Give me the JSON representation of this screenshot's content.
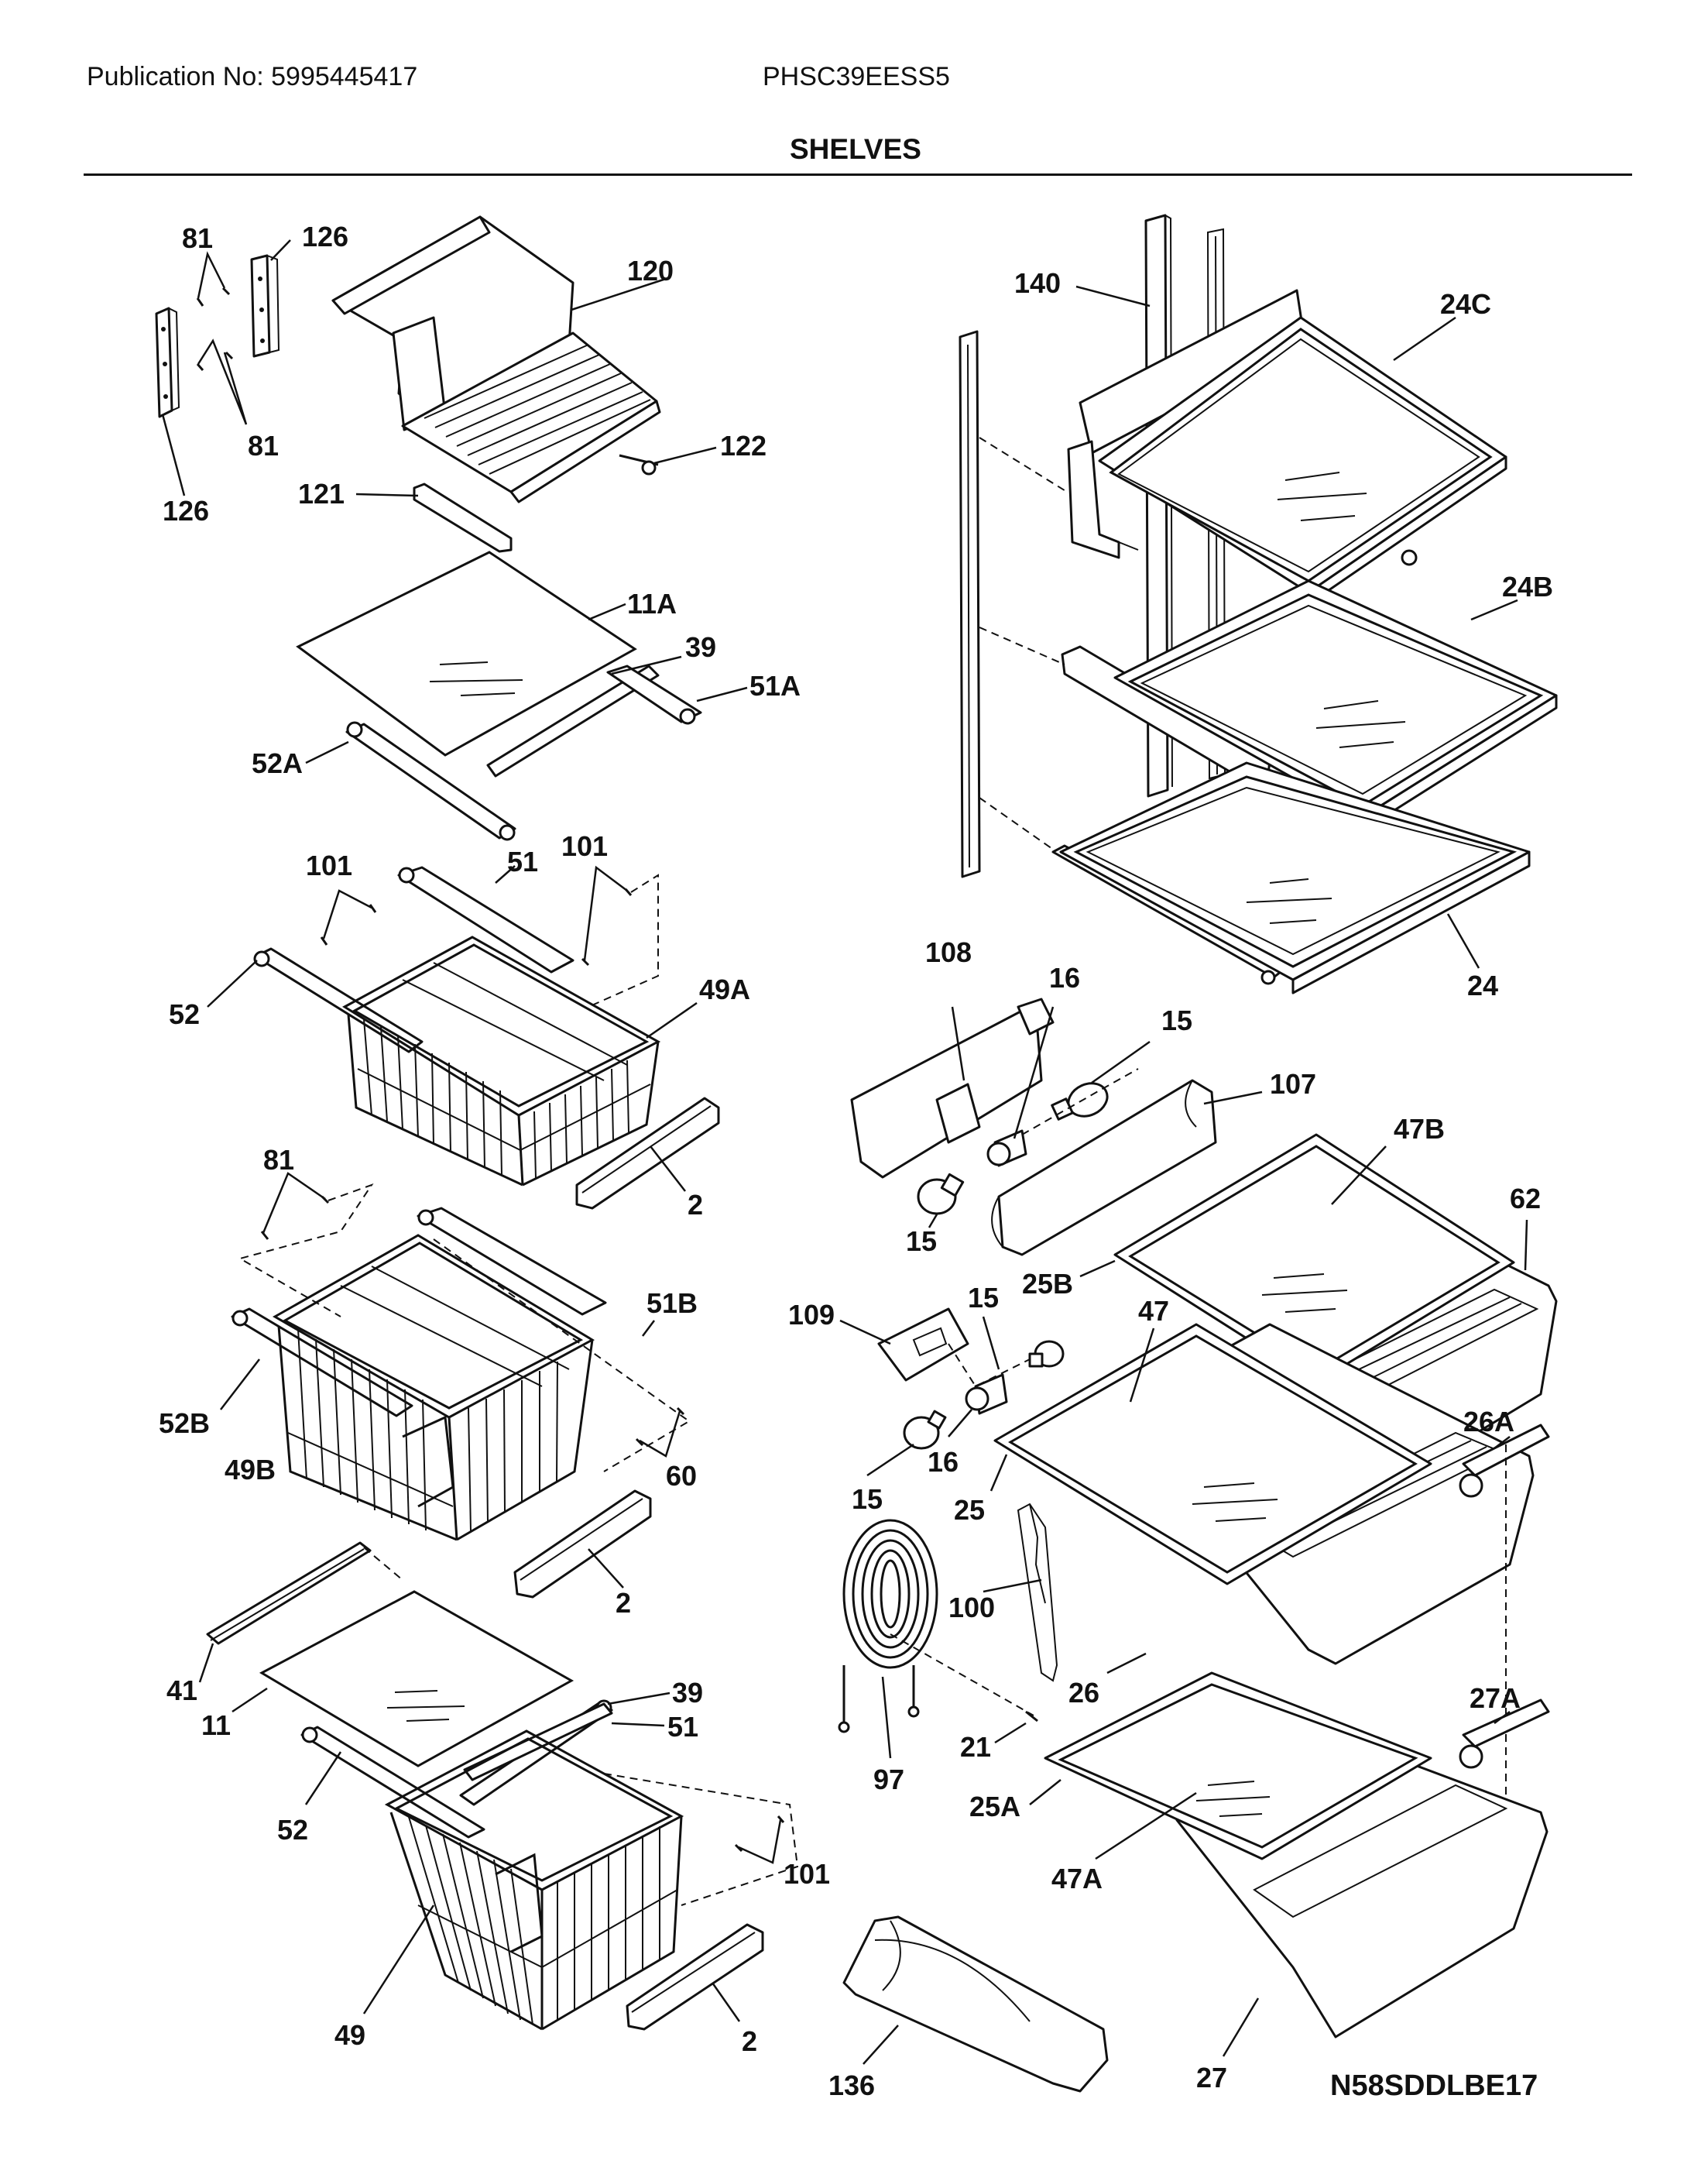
{
  "header": {
    "publication": "Publication No: 5995445417",
    "model": "PHSC39EESS5",
    "section_title": "SHELVES"
  },
  "diagram_code": "N58SDDLBE17",
  "callouts": {
    "c81a": "81",
    "c126a": "126",
    "c120": "120",
    "c81b": "81",
    "c126b": "126",
    "c122": "122",
    "c121": "121",
    "c11a": "11A",
    "c39a": "39",
    "c51a": "51A",
    "c52a": "52A",
    "c101a": "101",
    "c51": "51",
    "c101b": "101",
    "c52": "52",
    "c49a": "49A",
    "c2a": "2",
    "c81c": "81",
    "c51b": "51B",
    "c52b": "52B",
    "c49b": "49B",
    "c60": "60",
    "c2b": "2",
    "c41": "41",
    "c11": "11",
    "c39b": "39",
    "c51c": "51",
    "c52c": "52",
    "c101c": "101",
    "c49": "49",
    "c2c": "2",
    "c140": "140",
    "c24c": "24C",
    "c24b": "24B",
    "c24": "24",
    "c108": "108",
    "c16a": "16",
    "c15a": "15",
    "c107": "107",
    "c15b": "15",
    "c47b": "47B",
    "c62": "62",
    "c25b": "25B",
    "c47": "47",
    "c109": "109",
    "c15c": "15",
    "c16b": "16",
    "c15d": "15",
    "c25": "25",
    "c26a": "26A",
    "c100": "100",
    "c26": "26",
    "c27a": "27A",
    "c21": "21",
    "c97": "97",
    "c25a": "25A",
    "c47a": "47A",
    "c136": "136",
    "c27": "27"
  }
}
